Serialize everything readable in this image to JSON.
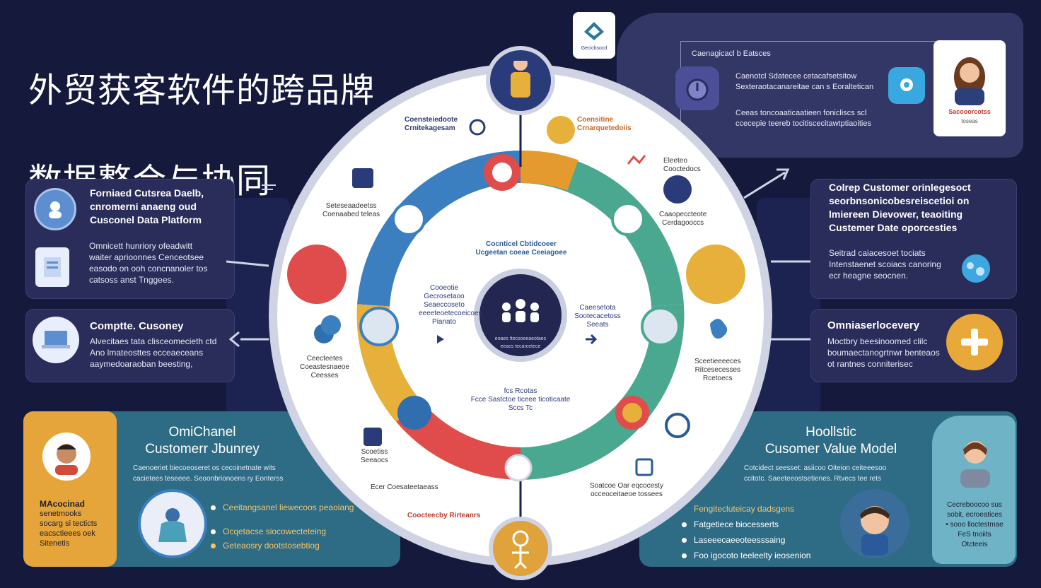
{
  "title": {
    "line1": "外贸获客软件的跨品牌",
    "line2": "数据整合与协同"
  },
  "top_right_panel": {
    "header": "Caenagicacl b Eatsces",
    "line1": "Caenotcl Sdatecee cetacafsetsitow",
    "line2": "Sexteraotacanareitae can s Eoraltetican",
    "line3": "Ceeas toncoaaticaatieen fonicliscs scl",
    "line4": "ccecepie teereb tocitiscecitawtptiaoities",
    "profile_caption": "Sacooorcotss",
    "profile_sub": "toseas"
  },
  "left_panel_1": {
    "head1": "Forniaed Cutsrea Daelb,",
    "head2": "cnromerni anaeng oud",
    "head3": "Cusconel Data Platform",
    "body1": "Omnicett hunriory ofeadwitt",
    "body2": "waiter aprioonnes Cenceotsee",
    "body3": "easodo on ooh concnanoler tos",
    "body4": "catsoss anst Tnggees."
  },
  "left_panel_2": {
    "head": "Comptte. Cusoney",
    "body1": "Alvecitaes tata clisceomecieth ctd",
    "body2": "Ano lmateosttes ecceaeceans",
    "body3": "aaymedoaraoban beesting,"
  },
  "right_panel_1": {
    "head1": "Colrep Customer orinlegesoct",
    "head2": "seorbnsonicobesreiscetioi on",
    "head3": "lmiereen Dievower, teaoiting",
    "head4": "Custemer Date oporcesties",
    "body1": "Seitrad caiacesoet tociats",
    "body2": "Intenstaenet scoiacs canoring",
    "body3": "ecr heagne seocnen."
  },
  "right_panel_2": {
    "head": "Omniaserlocevery",
    "body1": "Moctbry beesinoomed clilc",
    "body2": "boumaectanogrtnwr benteaos",
    "body3": "ot rantnes conniterisec"
  },
  "bottom_left": {
    "title1": "OmiChanel",
    "title2": "Customerr Jbunrey",
    "desc1": "Caenoeriet biecoeoseret os cecoinetnate wits",
    "desc2": "cacietees teseeee. Seoonbrionoens ry Eonterss",
    "bullets": [
      "Ceeitangsanel liewecoos peaoiang",
      "Ocqetacse siocowecteteing",
      "Geteaosry dootstosebtiog"
    ],
    "card_name": "MAcocinad",
    "card_line1": "senetmooks",
    "card_line2": "socarg si tecticts",
    "card_line3": "eacsctieees oek",
    "card_line4": "Sitenetis"
  },
  "bottom_right": {
    "title1": "Hoollstic",
    "title2": "Cusomer Value Model",
    "desc1": "Cotcidect seesset: asiicoo Oiteion ceiteeesoo",
    "desc2": "ccitotc. Saeeteeostsetienes. Rtvecs tee rets",
    "bullets": [
      "Fengitecluteicay dadsgens",
      "Fatgetiece biocesserts",
      "Laseeecaeeoteesssaing",
      "Foo igocoto teeleelty ieosenion"
    ],
    "card_line1": "Cecreboocoo sus",
    "card_line2": "sobit, ecroeatices",
    "card_line3": "• sooo lloctestmae",
    "card_line4": "FeS tnoiits",
    "card_line5": "Otcteeis"
  },
  "wheel": {
    "top_left_label1": "Coensteiedoote",
    "top_left_label2": "Crnitekagesam",
    "top_right_label1": "Coensitine",
    "top_right_label2": "Crnarquetedoiis",
    "left_mid_label1": "Seteseaadeetss",
    "left_mid_label2": "Coenaabed teleas",
    "right_top_label1": "Eleeteo",
    "right_top_label2": "Cooctedocs",
    "right_mid_label1": "Caaopeccteote",
    "right_mid_label2": "Cerdagooccs",
    "left_low_label1": "Ceecteetes",
    "left_low_label2": "Coeastesnaeoe",
    "left_low_label3": "Ceesses",
    "right_low_label1": "Sceetieeeeces",
    "right_low_label2": "Ritcesecesses",
    "right_low_label3": "Rcetoecs",
    "bottom_left_label1": "Scoetiss",
    "bottom_left_label2": "Seeaocs",
    "bottom_right_label1": "Soatcoe Oar eqcocesty",
    "bottom_right_label2": "occeoceitaeoe tossees",
    "bottom_dash_label": "Ecer Coesateetaeass",
    "bottom_caption": "Coocteecby Rirteanrs",
    "inner_top1": "Cocnticel Cbtidcoeer",
    "inner_top2": "Ucgeetan coeae Ceeiagoee",
    "inner_left1": "Cooeotie",
    "inner_left2": "Gecrosetaoo",
    "inner_left3": "Seaeccoseto",
    "inner_left4": "eeeeteoetecoeicoes",
    "inner_left5": "Pianato",
    "inner_right1": "Caeesetota",
    "inner_right2": "Sootecacetoss",
    "inner_right3": "Seeats",
    "inner_bottom1": "fcs Rcotas",
    "inner_bottom2": "Fcce Sastctoe ticeee ticoticaate",
    "inner_bottom3": "Sccs Tc",
    "hub_line1": "eoaes ttecsoeeaeotaes",
    "hub_line2": "eeacs tecarcetece",
    "logo_caption": "Gecicbsocd"
  },
  "colors": {
    "background": "#151a3d",
    "panel": "#2b2f5e",
    "ring_blue": "#3b7fc0",
    "ring_orange": "#e59a2f",
    "ring_teal": "#4aa890",
    "ring_red": "#e04b4b",
    "ring_yellow": "#e6b03a",
    "teal_panel": "#2e6b84",
    "yellow_card": "#e6a53a"
  }
}
